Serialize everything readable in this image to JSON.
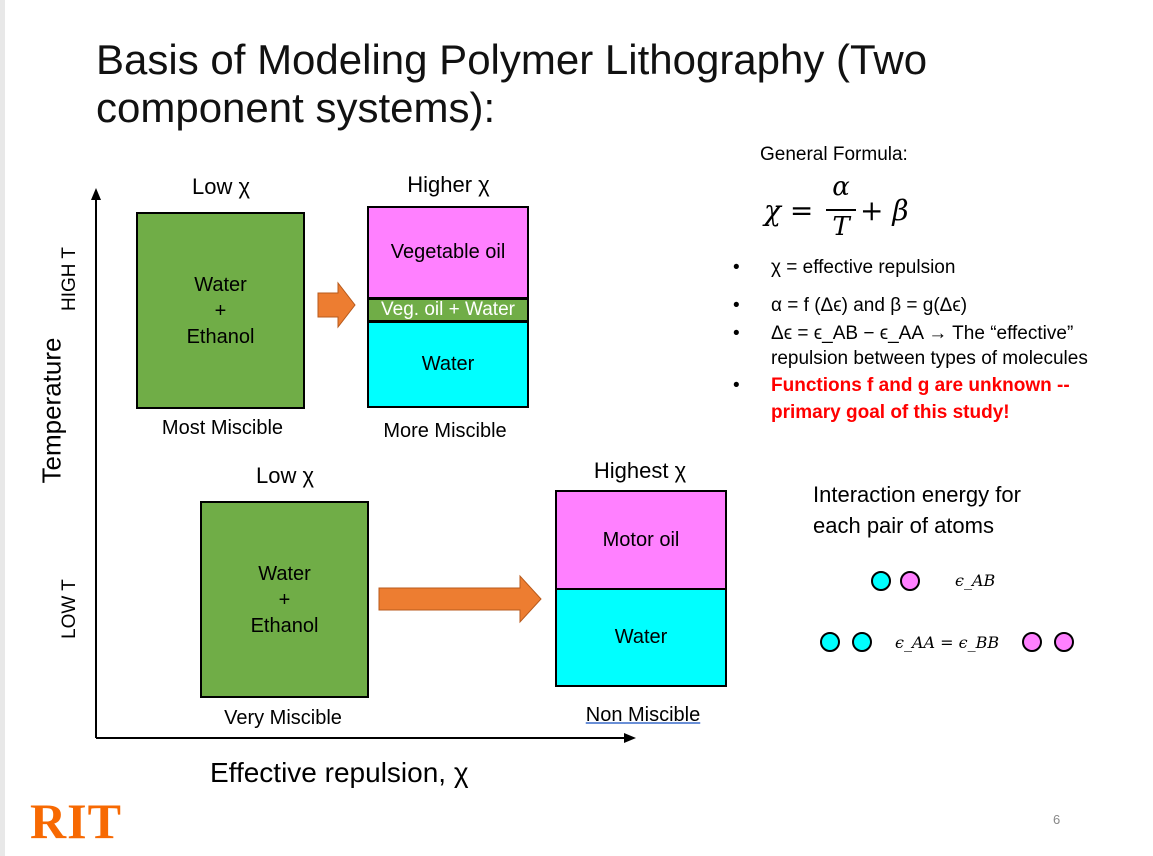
{
  "slide": {
    "title": "Basis of Modeling Polymer Lithography (Two component systems):",
    "page_number": "6",
    "logo_text": "RIT"
  },
  "axes": {
    "y_label": "Temperature",
    "x_label": "Effective repulsion, χ",
    "high_t": "HIGH T",
    "low_t": "LOW T"
  },
  "top_left": {
    "heading": "Low χ",
    "content_lines": [
      "Water",
      "+",
      "Ethanol"
    ],
    "caption": "Most Miscible"
  },
  "top_right": {
    "heading": "Higher χ",
    "top_layer": "Vegetable oil",
    "middle_layer": "Veg. oil + Water",
    "bottom_layer": "Water",
    "caption": "More Miscible"
  },
  "bottom_left": {
    "heading": "Low χ",
    "content_lines": [
      "Water",
      "+",
      "Ethanol"
    ],
    "caption": "Very Miscible"
  },
  "bottom_right": {
    "heading": "Highest χ",
    "top_layer": "Motor oil",
    "bottom_layer": "Water",
    "caption": "Non Miscible"
  },
  "formula": {
    "heading": "General Formula:",
    "lhs": "χ =",
    "numerator": "α",
    "denominator": "T",
    "rhs": "+ β"
  },
  "bullets": [
    {
      "text": "χ  = effective repulsion"
    },
    {
      "text": "α  = f (Δϵ)  and β = g(Δϵ)"
    },
    {
      "text": "Δϵ = ϵ_AB − ϵ_AA → The “effective”",
      "continuation": "repulsion between types of molecules"
    },
    {
      "text": "Functions f and g are unknown --",
      "continuation": "primary goal of this study!",
      "emphasis": true
    }
  ],
  "interaction": {
    "heading_line1": "Interaction energy for",
    "heading_line2": "each pair of atoms",
    "pair_ab_label": "ϵ_AB",
    "pair_aa_bb_label": "ϵ_AA = ϵ_BB"
  },
  "colors": {
    "green": "#70ad47",
    "pink": "#ff80ff",
    "cyan": "#00ffff",
    "arrow_orange": "#ed7d31",
    "emphasis_red": "#ff0000",
    "logo_orange": "#f76902"
  }
}
